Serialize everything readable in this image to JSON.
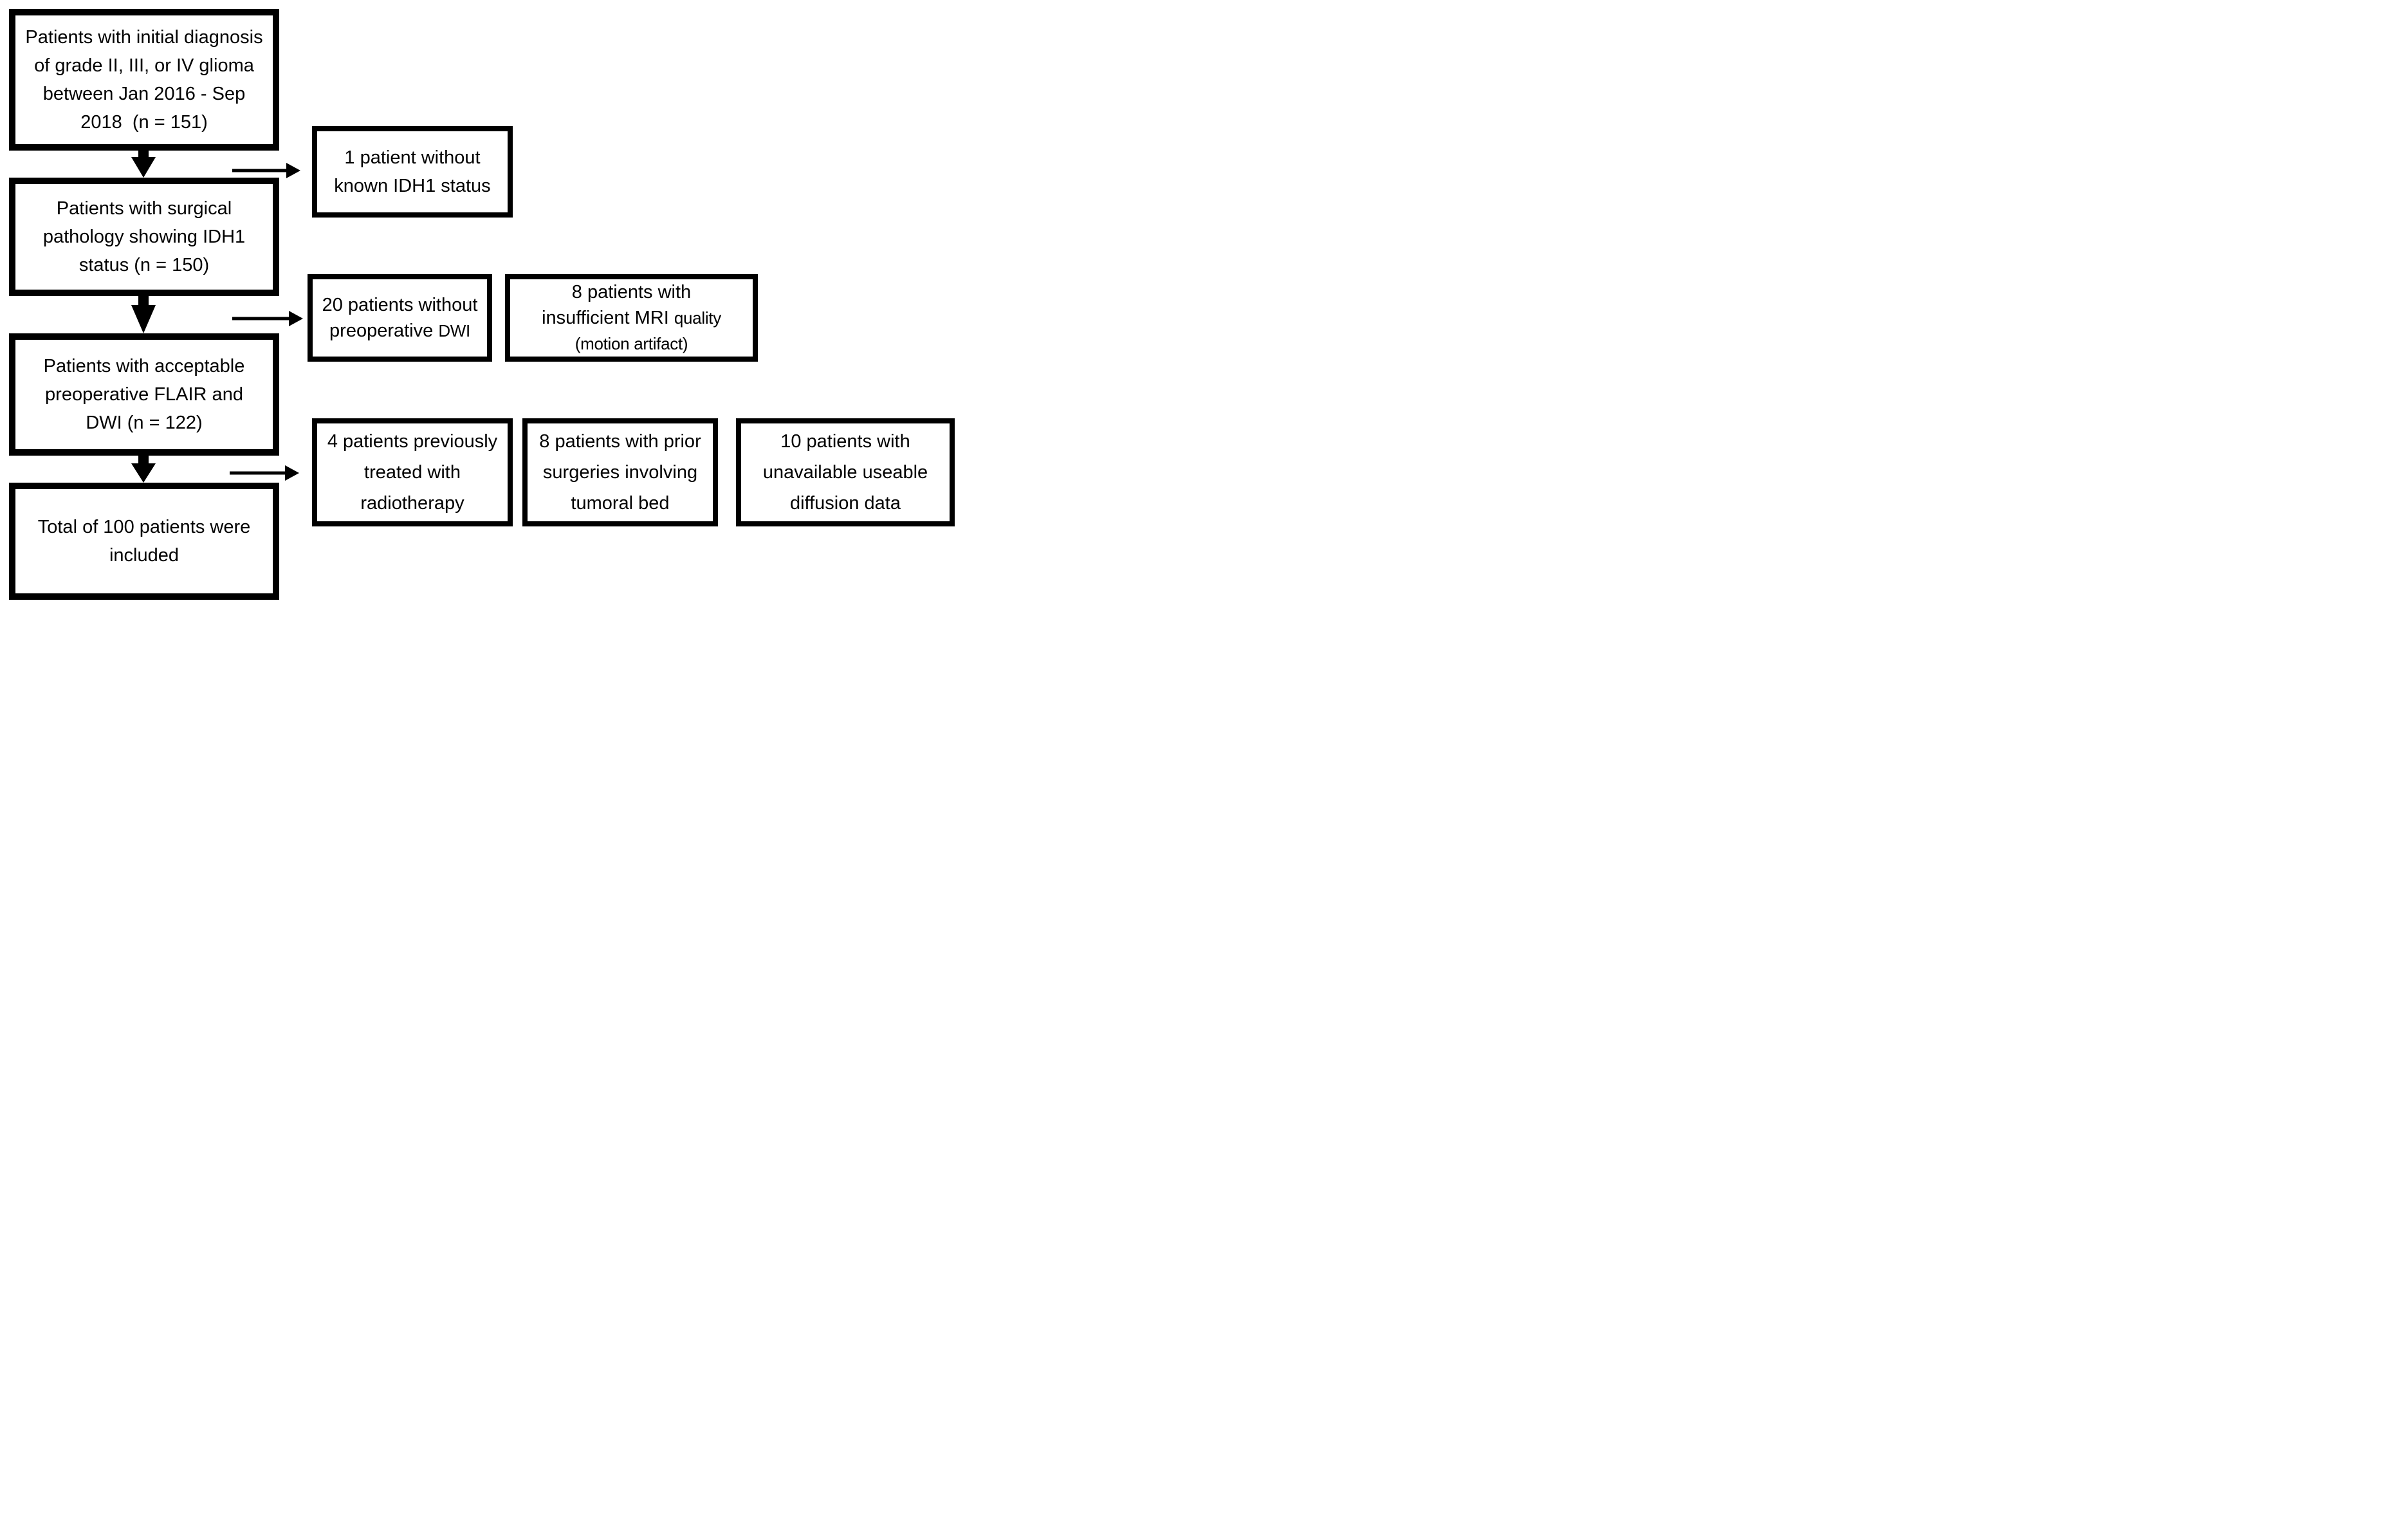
{
  "colors": {
    "border": "#000000",
    "background": "#ffffff",
    "text": "#000000",
    "arrow": "#000000"
  },
  "main_flow": {
    "initial_diagnosis": {
      "lines": [
        "Patients with initial diagnosis",
        "of grade II, III, or IV glioma",
        "between Jan 2016 - Sep",
        "2018  (n = 151)"
      ]
    },
    "idh1_pathology": {
      "lines": [
        "Patients with surgical",
        "pathology showing IDH1",
        "status (n = 150)"
      ]
    },
    "acceptable_imaging": {
      "lines": [
        "Patients with acceptable",
        "preoperative FLAIR and",
        "DWI (n = 122)"
      ]
    },
    "total_included": {
      "lines": [
        "Total of 100 patients were",
        "included"
      ]
    }
  },
  "exclusions": {
    "no_idh1_status": {
      "lines": [
        "1 patient without",
        "known IDH1 status"
      ]
    },
    "no_preop_dwi": {
      "line1": "20 patients without",
      "line2_main": "preoperative",
      "line2_alt": "DWI"
    },
    "insufficient_mri": {
      "line1": "8 patients with",
      "line2_main": "insufficient MRI",
      "line2_alt": "quality",
      "line3": "(motion artifact)"
    },
    "prior_radiotherapy": {
      "lines": [
        "4 patients previously",
        "treated with",
        "radiotherapy"
      ]
    },
    "prior_surgeries": {
      "lines": [
        "8 patients with prior",
        "surgeries involving",
        "tumoral bed"
      ]
    },
    "unusable_diffusion": {
      "lines": [
        "10 patients with",
        "unavailable useable",
        "diffusion data"
      ]
    }
  }
}
